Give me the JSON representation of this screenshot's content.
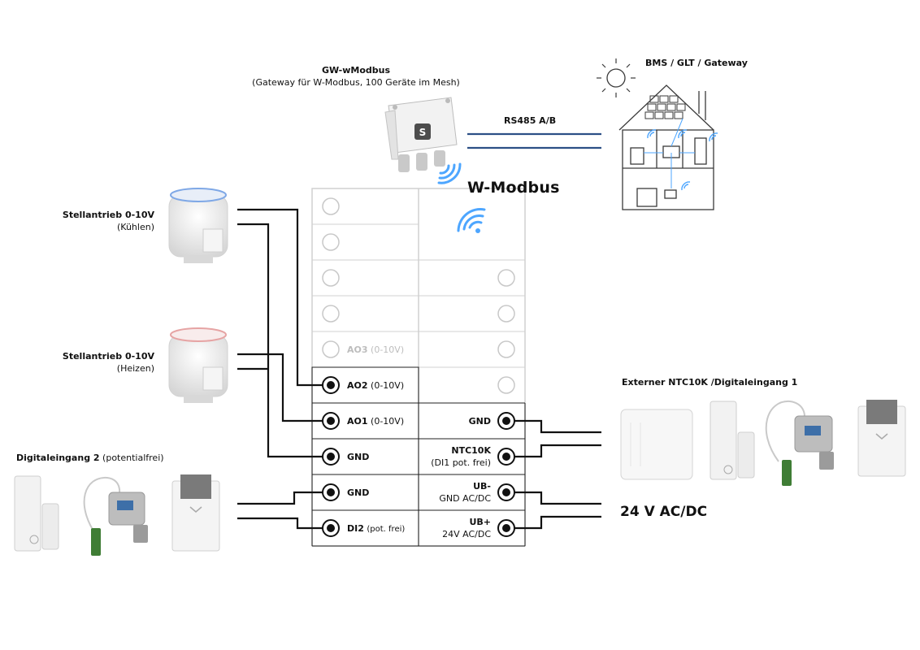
{
  "gateway": {
    "title": "GW-wModbus",
    "subtitle": "(Gateway für W-Modbus, 100 Geräte im Mesh)",
    "bus_label": "RS485 A/B",
    "wireless_label": "W-Modbus"
  },
  "bms": {
    "title": "BMS / GLT / Gateway"
  },
  "actuator_cool": {
    "title": "Stellantrieb 0-10V",
    "mode": "(Kühlen)"
  },
  "actuator_heat": {
    "title": "Stellantrieb 0-10V",
    "mode": "(Heizen)"
  },
  "di2": {
    "title": "Digitaleingang 2",
    "note": "(potentialfrei)"
  },
  "ext": {
    "title": "Externer NTC10K /Digitaleingang 1"
  },
  "power": {
    "label": "24 V AC/DC"
  },
  "terminals": {
    "ao3_name": "AO3",
    "ao3_range": "(0-10V)",
    "ao2_name": "AO2",
    "ao2_range": "(0-10V)",
    "ao1_name": "AO1",
    "ao1_range": "(0-10V)",
    "gnd_left1": "GND",
    "gnd_left2": "GND",
    "di2_name": "DI2",
    "di2_note": "(pot. frei)",
    "gnd_right": "GND",
    "ntc_name": "NTC10K",
    "ntc_note": "(DI1 pot. frei)",
    "ub_minus": "UB-",
    "ub_minus_note": "GND AC/DC",
    "ub_plus": "UB+",
    "ub_plus_note": "24V AC/DC"
  }
}
